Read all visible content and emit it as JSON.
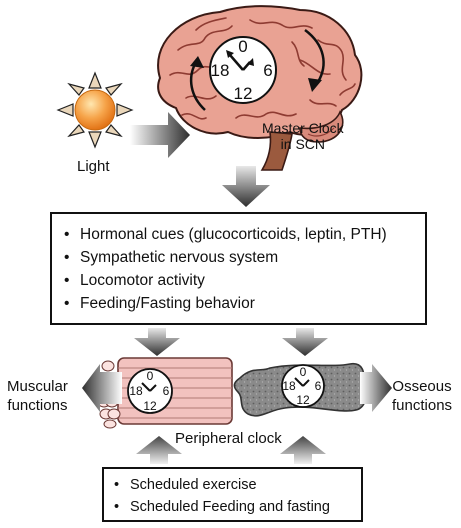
{
  "light_label": "Light",
  "master_clock": {
    "label_line1": "Master Clock",
    "label_line2": "in SCN",
    "numbers": {
      "top": "0",
      "right": "6",
      "bottom": "12",
      "left": "18"
    }
  },
  "cues_box": {
    "items": [
      "Hormonal cues (glucocorticoids, leptin, PTH)",
      "Sympathetic nervous system",
      "Locomotor activity",
      "Feeding/Fasting behavior"
    ]
  },
  "peripheral": {
    "label": "Peripheral clock",
    "muscle_clock": {
      "top": "0",
      "right": "6",
      "bottom": "12",
      "left": "18"
    },
    "bone_clock": {
      "top": "0",
      "right": "6",
      "bottom": "12",
      "left": "18"
    }
  },
  "outputs": {
    "muscular_line1": "Muscular",
    "muscular_line2": "functions",
    "osseous_line1": "Osseous",
    "osseous_line2": "functions"
  },
  "schedule_box": {
    "items": [
      "Scheduled exercise",
      "Scheduled Feeding and fasting"
    ]
  },
  "colors": {
    "brain": "#e9a293",
    "brain_fold": "#8e3b32",
    "sun_center": "#f08a24",
    "sun_rays": "#e8d4b8",
    "muscle": "#f2c2bf",
    "bone": "#7f7f7f",
    "arrow_dark": "#3a3a3a"
  }
}
